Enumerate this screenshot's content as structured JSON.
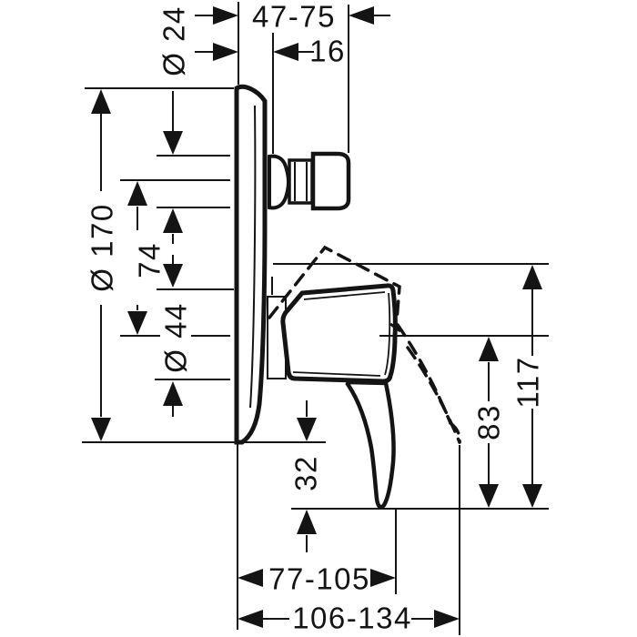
{
  "drawing": {
    "subject": "wall-mounted single-lever mixer, side profile technical drawing",
    "colors": {
      "ink": "#141414",
      "background": "#ffffff"
    }
  },
  "dimensions": {
    "d24": "Ø 24",
    "d47_75": "47-75",
    "d16": "16",
    "d170": "Ø 170",
    "d74": "74",
    "d44": "Ø 44",
    "d117": "117",
    "d83": "83",
    "d32": "32",
    "d77_105": "77-105",
    "d106_134": "106-134"
  }
}
